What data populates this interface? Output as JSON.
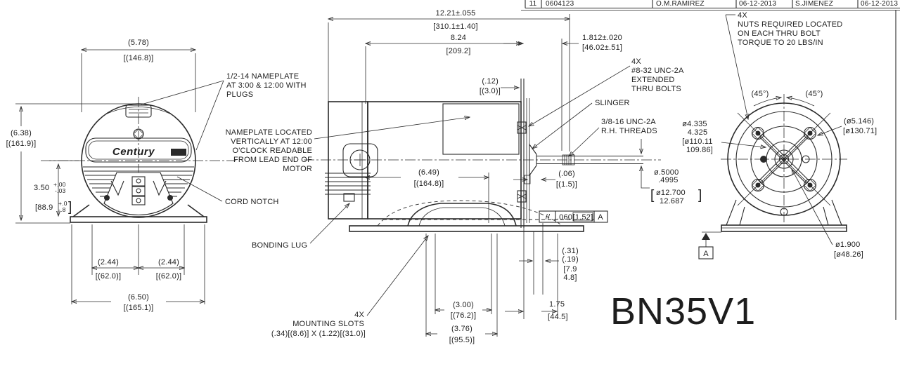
{
  "part_number": "BN35V1",
  "colors": {
    "ink": "#2a2a2a",
    "background": "#ffffff"
  },
  "revision_table": {
    "cells": [
      "11",
      "0604123",
      "O.M.RAMIREZ",
      "06-12-2013",
      "S.JIMENEZ",
      "06-12-2013"
    ]
  },
  "front_view": {
    "logo": "Century",
    "dim_width_top": {
      "in": "(5.78)",
      "mm": "[(146.8)]"
    },
    "dim_height": {
      "in": "(6.38)",
      "mm": "[(161.9)]"
    },
    "dim_shaft_height": {
      "in": "3.50",
      "tol_plus": "+.00",
      "tol_minus": "-.03",
      "mm": "[88.9",
      "mm_plus": "+.0",
      "mm_minus": "-.8",
      "mm_close": "]"
    },
    "dim_foot_left": {
      "in": "(2.44)",
      "mm": "[(62.0)]"
    },
    "dim_foot_right": {
      "in": "(2.44)",
      "mm": "[(62.0)]"
    },
    "dim_base_width": {
      "in": "(6.50)",
      "mm": "[(165.1)]"
    },
    "note_nameplate_plugs": [
      "1/2-14 NAMEPLATE",
      "AT 3:00 & 12:00 WITH",
      "PLUGS"
    ],
    "note_nameplate_located": [
      "NAMEPLATE LOCATED",
      "VERTICALLY AT 12:00",
      "O'CLOCK READABLE",
      "FROM LEAD END OF",
      "MOTOR"
    ],
    "label_cord_notch": "CORD NOTCH"
  },
  "side_view": {
    "dim_overall_length": {
      "in": "12.21±.055",
      "mm": "[310.1±1.40]"
    },
    "dim_body_length": {
      "in": "8.24",
      "mm": "[209.2]"
    },
    "dim_flange_thickness": {
      "in": "(.12)",
      "mm": "[(3.0)]"
    },
    "dim_shaft_extension": {
      "in": "1.812±.020",
      "mm": "[46.02±.51]"
    },
    "note_thru_bolts": [
      "4X",
      "#8-32 UNC-2A",
      "EXTENDED",
      "THRU BOLTS"
    ],
    "label_slinger": "SLINGER",
    "note_shaft_threads": [
      "3/8-16 UNC-2A",
      "R.H. THREADS"
    ],
    "dim_c_face": {
      "in": "(6.49)",
      "mm": "[(164.8)]"
    },
    "dim_slinger_gap": {
      "in": "(.06)",
      "mm": "[(1.5)]"
    },
    "dim_shaft_dia": {
      "in_upper": "ø.5000",
      "in_lower": ".4995",
      "mm_upper": "ø12.700",
      "mm_lower": "12.687",
      "bracket_open": "[",
      "bracket_close": "]"
    },
    "fcf": {
      "sym": "//",
      "val": ".060",
      "mm": "[1.52]",
      "datum": "A"
    },
    "dim_flange_offset": {
      "in_upper": "(.31)",
      "in_lower": "(.19)",
      "mm_upper": "[7.9",
      "mm_lower": "4.8]"
    },
    "dim_base_to_flange": {
      "in": "1.75",
      "mm": "[44.5]"
    },
    "dim_slot_span_inner": {
      "in": "(3.00)",
      "mm": "[(76.2)]"
    },
    "dim_slot_span_outer": {
      "in": "(3.76)",
      "mm": "[(95.5)]"
    },
    "label_bonding_lug": "BONDING LUG",
    "note_mounting_slots": [
      "4X",
      "MOUNTING SLOTS",
      "(.34)[(8.6)] X (1.22)[(31.0)]"
    ]
  },
  "rear_view": {
    "note_nuts": [
      "4X",
      "NUTS REQUIRED LOCATED",
      "ON EACH THRU BOLT",
      "TORQUE TO 20 LBS/IN"
    ],
    "dim_angle_left": "(45°)",
    "dim_angle_right": "(45°)",
    "dim_rabbet_dia": {
      "in": "(ø5.146)",
      "mm": "[ø130.71]"
    },
    "dim_bolt_circle": {
      "in_upper": "ø4.335",
      "in_lower": "4.325",
      "mm_upper": "[ø110.11",
      "mm_lower": "109.86]"
    },
    "dim_hub_dia": {
      "in": "ø1.900",
      "mm": "[ø48.26]"
    },
    "datum_label": "A"
  }
}
